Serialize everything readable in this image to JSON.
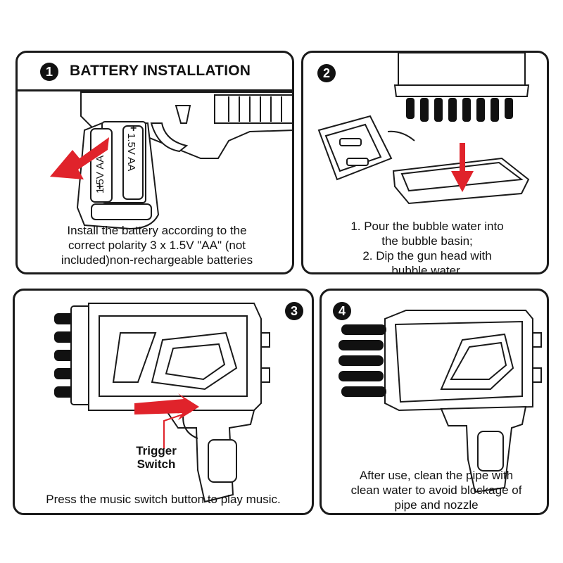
{
  "panel1": {
    "number": "1",
    "title": "BATTERY INSTALLATION",
    "battery_label_top": "1.5V AA",
    "battery_label_bottom": "1.5V AA",
    "caption_lines": [
      "Install the battery according to the",
      "correct polarity 3 x 1.5V \"AA\" (not",
      "included)non-rechargeable batteries"
    ]
  },
  "panel2": {
    "number": "2",
    "caption_lines": [
      "1. Pour the bubble water into",
      "the bubble basin;",
      "2. Dip the gun head with",
      "bubble water."
    ]
  },
  "panel3": {
    "number": "3",
    "trigger_label_1": "Trigger",
    "trigger_label_2": "Switch",
    "caption": "Press the music switch button to play music."
  },
  "panel4": {
    "number": "4",
    "caption_lines": [
      "After use, clean the pipe with",
      "clean water to avoid blockage of",
      "pipe and nozzle"
    ]
  },
  "colors": {
    "arrow": "#e0232b",
    "stroke": "#1a1a1a"
  }
}
